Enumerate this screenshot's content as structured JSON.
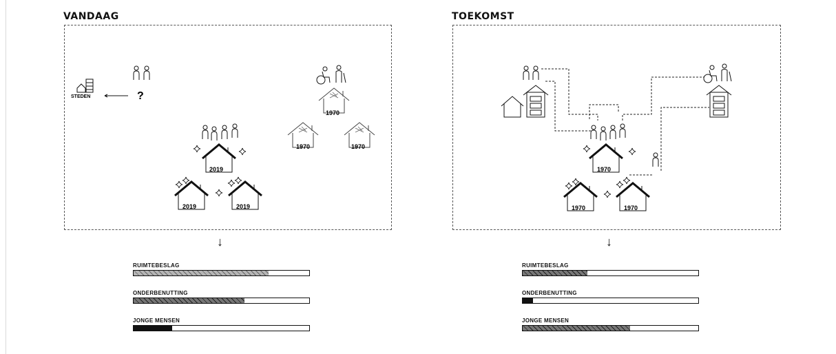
{
  "left_panel": {
    "title": "VANDAAG",
    "city_label": "STEDEN",
    "question_mark": "?",
    "old_house_year": "1970",
    "new_house_year": "2019",
    "bars": [
      {
        "label": "RUIMTEBESLAG",
        "fill_fraction": 0.77,
        "pattern": "light"
      },
      {
        "label": "ONDERBENUTTING",
        "fill_fraction": 0.63,
        "pattern": "dark"
      },
      {
        "label": "JONGE MENSEN",
        "fill_fraction": 0.22,
        "pattern": "black"
      }
    ]
  },
  "right_panel": {
    "title": "TOEKOMST",
    "house_year": "1970",
    "bars": [
      {
        "label": "RUIMTEBESLAG",
        "fill_fraction": 0.37,
        "pattern": "dark"
      },
      {
        "label": "ONDERBENUTTING",
        "fill_fraction": 0.06,
        "pattern": "black"
      },
      {
        "label": "JONGE MENSEN",
        "fill_fraction": 0.61,
        "pattern": "dark"
      }
    ]
  },
  "arrow_glyph": "↓"
}
